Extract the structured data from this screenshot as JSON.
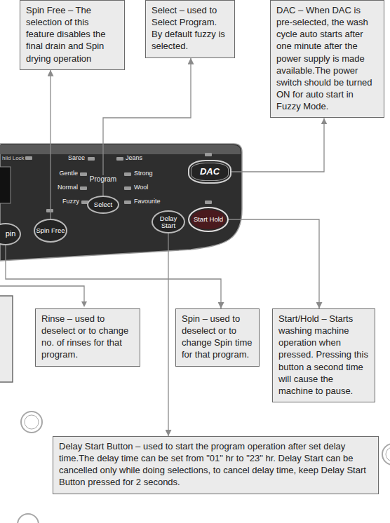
{
  "diagram": {
    "nodes": [
      {
        "text": [
          "Spin Free – The selection of this feature disables the final drain and Spin drying operation"
        ]
      },
      {
        "text": [
          "Select – used to Select Program. By default fuzzy is selected."
        ]
      },
      {
        "text": [
          "DAC – When DAC is pre-selected, the wash cycle auto starts after one minute after the power supply is made available.The power switch should be turned ON for auto start in Fuzzy Mode."
        ]
      },
      {
        "text": [
          "pin"
        ]
      },
      {
        "text": [
          "Spin Free"
        ]
      },
      {
        "text": [
          "Select"
        ]
      },
      {
        "text": [
          "Delay Start"
        ]
      },
      {
        "text": [
          "DAC"
        ]
      },
      {
        "text": [
          "Start Hold"
        ]
      },
      {
        "text": [
          "Rinse – used to deselect or to change no. of rinses for that program."
        ]
      },
      {
        "text": [
          "Spin – used to deselect or to change Spin time for that program."
        ]
      },
      {
        "text": [
          "Start/Hold – Starts washing machine operation when pressed. Pressing this button a second time will cause the machine to pause."
        ]
      },
      {
        "text": [
          "Delay Start Button – used to start the program operation after set delay time.The delay time can be set from \"01\" hr to \"23\" hr. Delay Start can be cancelled only while doing selections, to cancel delay time, keep Delay Start Button pressed for 2 seconds."
        ]
      }
    ],
    "edges": [
      {
        "from": 4,
        "to": 0,
        "arrow": "to"
      },
      {
        "from": 5,
        "to": 1,
        "arrow": "to"
      },
      {
        "from": 7,
        "to": 2,
        "arrow": "to"
      },
      {
        "from": 3,
        "to": 10,
        "arrow": "to"
      },
      {
        "from": 8,
        "to": 11,
        "arrow": "to"
      },
      {
        "from": 6,
        "to": 12,
        "arrow": "to"
      }
    ],
    "labels": [
      "hild Lock",
      "Saree",
      "Jeans",
      "Gentle",
      "Program",
      "Strong",
      "Normal",
      "Wool",
      "Fuzzy",
      "Favourite"
    ]
  }
}
